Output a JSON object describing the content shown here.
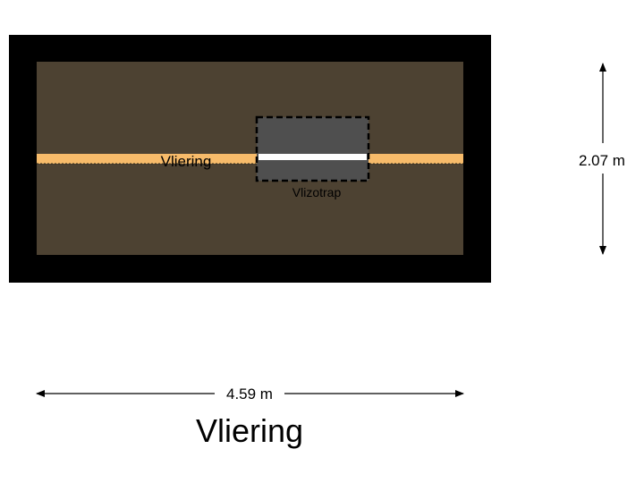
{
  "room": {
    "label": "Vliering"
  },
  "hatch": {
    "label": "Vlizotrap"
  },
  "dimensions": {
    "width_label": "4.59 m",
    "height_label": "2.07 m"
  },
  "plan_title": "Vliering",
  "colors": {
    "wall": "#000000",
    "floor": "#4d4232",
    "ridge_beam": "#f7bb6a",
    "hatch_fill": "#4f4f4f",
    "hatch_opening": "#ffffff"
  }
}
